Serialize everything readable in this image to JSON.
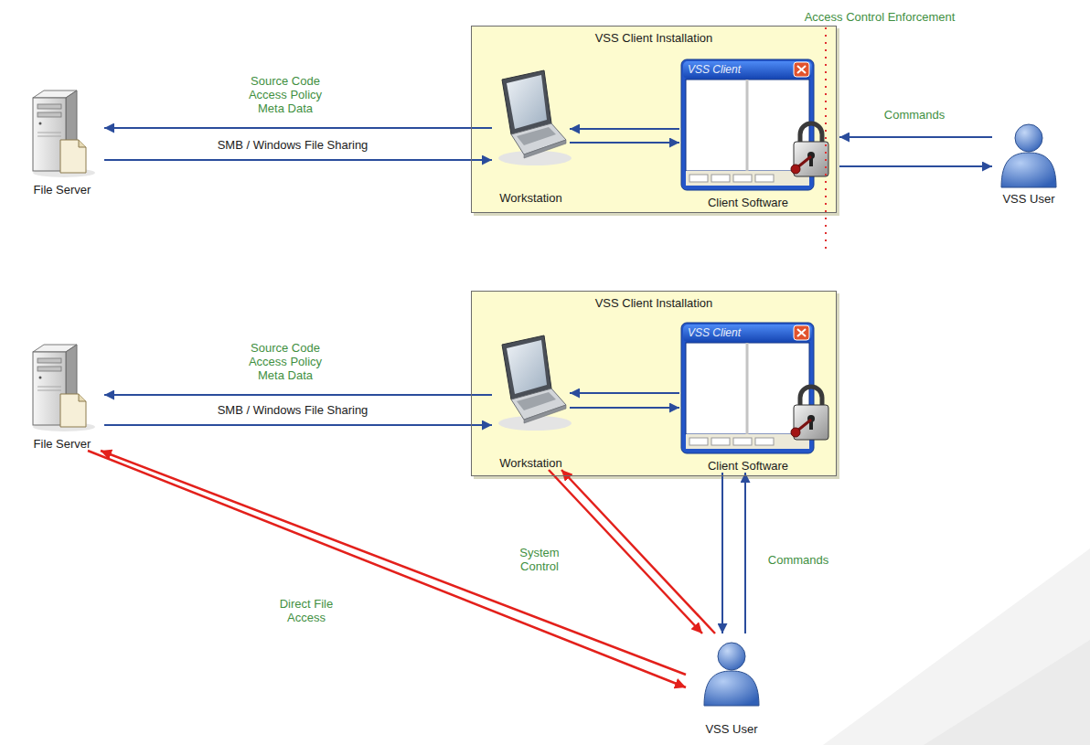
{
  "diagram": {
    "nodes": [
      {
        "text": [
          "File Server"
        ]
      },
      {
        "text": [
          "VSS Client Installation"
        ]
      },
      {
        "text": [
          "Workstation"
        ],
        "in": 1
      },
      {
        "text": [
          "VSS Client",
          "Client Software"
        ],
        "in": 1
      },
      {
        "text": [
          "VSS User"
        ]
      },
      {
        "text": [
          "File Server"
        ]
      },
      {
        "text": [
          "VSS Client Installation"
        ]
      },
      {
        "text": [
          "Workstation"
        ],
        "in": 6
      },
      {
        "text": [
          "VSS Client",
          "Client Software"
        ],
        "in": 6
      },
      {
        "text": [
          "VSS User"
        ]
      }
    ],
    "edges": [
      {
        "from": 2,
        "to": 0,
        "arrow": "to",
        "label": "Source Code Access Policy Meta Data"
      },
      {
        "from": 0,
        "to": 2,
        "arrow": "to",
        "label": "SMB / Windows File Sharing"
      },
      {
        "from": 3,
        "to": 2,
        "arrow": "to"
      },
      {
        "from": 2,
        "to": 3,
        "arrow": "to"
      },
      {
        "from": 4,
        "to": 3,
        "arrow": "to",
        "label": "Commands"
      },
      {
        "from": 3,
        "to": 4,
        "arrow": "to"
      },
      {
        "from": 7,
        "to": 5,
        "arrow": "to",
        "label": "Source Code Access Policy Meta Data"
      },
      {
        "from": 5,
        "to": 7,
        "arrow": "to",
        "label": "SMB / Windows File Sharing"
      },
      {
        "from": 8,
        "to": 7,
        "arrow": "to"
      },
      {
        "from": 7,
        "to": 8,
        "arrow": "to"
      },
      {
        "from": 9,
        "to": 8,
        "arrow": "to",
        "label": "Commands"
      },
      {
        "from": 8,
        "to": 9,
        "arrow": "to"
      },
      {
        "from": 9,
        "to": 7,
        "arrow": "to",
        "label": "System Control"
      },
      {
        "from": 7,
        "to": 9,
        "arrow": "to"
      },
      {
        "from": 9,
        "to": 5,
        "arrow": "to",
        "label": "Direct File Access"
      },
      {
        "from": 5,
        "to": 9,
        "arrow": "to"
      }
    ],
    "labels": [
      "Access Control Enforcement"
    ]
  }
}
